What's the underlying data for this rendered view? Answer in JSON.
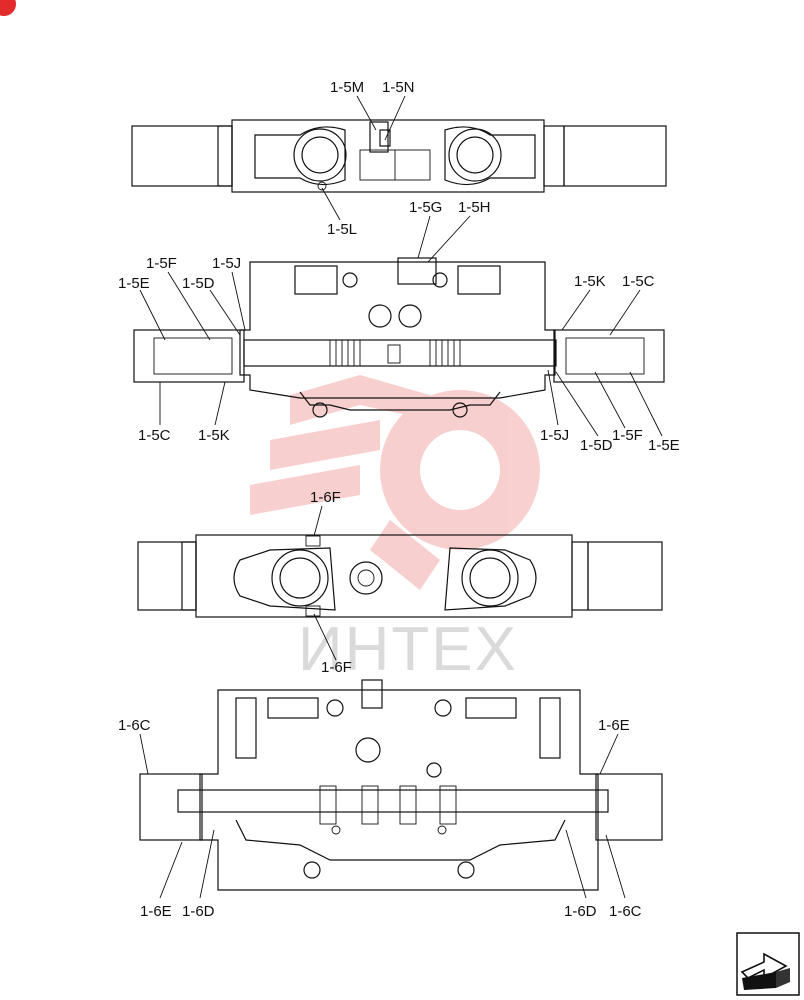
{
  "watermark": {
    "text": "ИНТЕХ",
    "color": "#e32b2b"
  },
  "labels": {
    "l_1_5M": "1-5M",
    "l_1_5N": "1-5N",
    "l_1_5L": "1-5L",
    "l_1_5G": "1-5G",
    "l_1_5H": "1-5H",
    "l_1_5F_left": "1-5F",
    "l_1_5J_left": "1-5J",
    "l_1_5E_left": "1-5E",
    "l_1_5D_left": "1-5D",
    "l_1_5K_right": "1-5K",
    "l_1_5C_right": "1-5C",
    "l_1_5C_left": "1-5C",
    "l_1_5K_left": "1-5K",
    "l_1_5J_right": "1-5J",
    "l_1_5D_right": "1-5D",
    "l_1_5F_right": "1-5F",
    "l_1_5E_right": "1-5E",
    "l_1_6F_top": "1-6F",
    "l_1_6F_bottom": "1-6F",
    "l_1_6C_left": "1-6C",
    "l_1_6E_right": "1-6E",
    "l_1_6E_left": "1-6E",
    "l_1_6D_left": "1-6D",
    "l_1_6D_right": "1-6D",
    "l_1_6C_right": "1-6C"
  },
  "icons": {
    "nav": "arrow-right-icon",
    "badge": "red-badge-icon"
  }
}
